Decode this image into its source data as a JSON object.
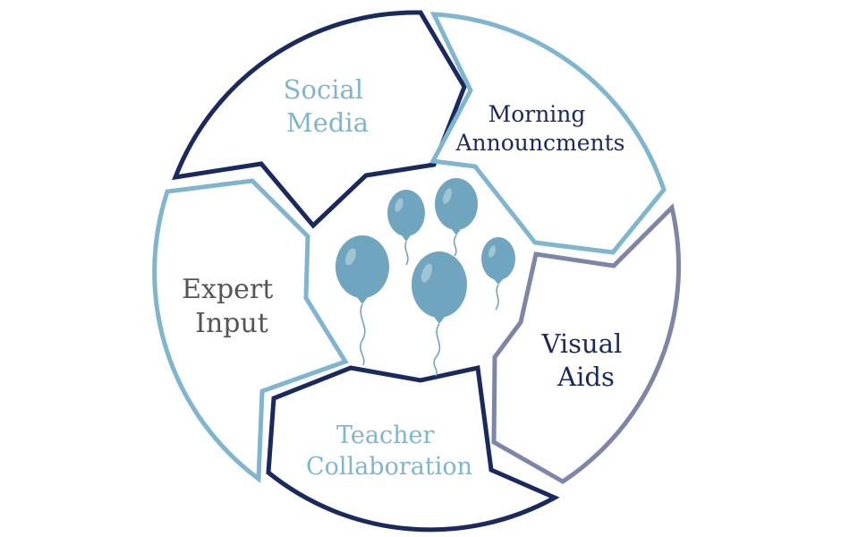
{
  "colors": {
    "navy": "#1b2a5e",
    "light_blue": "#7fb5cf",
    "slate": "#7d86a6",
    "gray_text": "#555555",
    "balloon": "#6fa5bf"
  },
  "center_icon": "balloons-icon",
  "segments": [
    {
      "id": "social-media",
      "lines": [
        "Social",
        "Media"
      ],
      "stroke": "#1b2a5e",
      "text_color": "#7fb5cf"
    },
    {
      "id": "morning-announcements",
      "lines": [
        "Morning",
        "Announcments"
      ],
      "stroke": "#7fb5cf",
      "text_color": "#1b2a5e"
    },
    {
      "id": "visual-aids",
      "lines": [
        "Visual",
        "Aids"
      ],
      "stroke": "#7d86a6",
      "text_color": "#1b2a5e"
    },
    {
      "id": "teacher-collaboration",
      "lines": [
        "Teacher",
        "Collaboration"
      ],
      "stroke": "#1b2a5e",
      "text_color": "#7fb5cf"
    },
    {
      "id": "expert-input",
      "lines": [
        "Expert",
        "Input"
      ],
      "stroke": "#7fb5cf",
      "text_color": "#555555"
    }
  ]
}
